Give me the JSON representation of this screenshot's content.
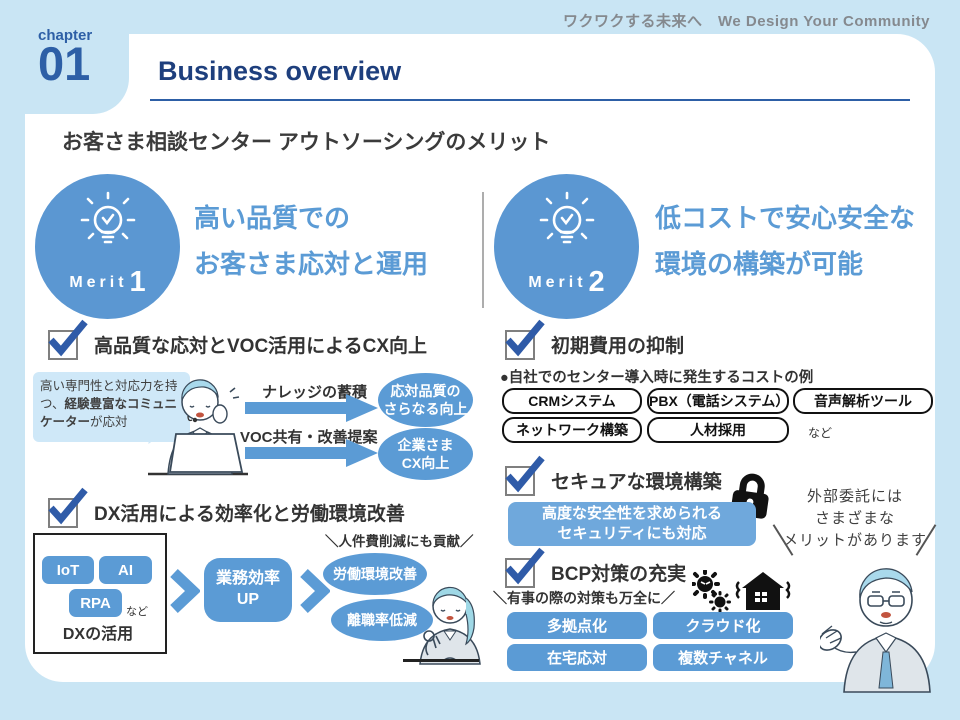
{
  "tagline": "ワクワクする未来へ　We Design Your Community",
  "chapter": {
    "label": "chapter",
    "number": "01"
  },
  "header": {
    "title": "Business overview"
  },
  "subtitle": "お客さま相談センター アウトソーシングのメリット",
  "colors": {
    "background": "#c9e5f4",
    "accent_blue": "#5b9bd5",
    "navy": "#1e3f7d",
    "check_blue": "#2f5ba8",
    "bubble_blue": "#cfe8f8",
    "secure_box_blue": "#6fa8dc",
    "text_dark": "#333333"
  },
  "merit1": {
    "badge_label": "Merit",
    "badge_number": "1",
    "title_line1": "高い品質での",
    "title_line2": "お客さま応対と運用",
    "point1": {
      "heading": "高品質な応対とVOC活用によるCX向上",
      "bubble_pre": "高い専門性と対応力を持つ、",
      "bubble_bold": "経験豊富なコミュニケーター",
      "bubble_post": "が応対",
      "flow1_label": "ナレッジの蓄積",
      "flow1_result_line1": "応対品質の",
      "flow1_result_line2": "さらなる向上",
      "flow2_label": "VOC共有・改善提案",
      "flow2_result_line1": "企業さま",
      "flow2_result_line2": "CX向上"
    },
    "point2": {
      "heading": "DX活用による効率化と労働環境改善",
      "note": "＼人件費削減にも貢献／",
      "dx_item1": "IoT",
      "dx_item2": "AI",
      "dx_item3": "RPA",
      "dx_etc": "など",
      "dx_caption": "DXの活用",
      "process_line1": "業務効率",
      "process_line2": "UP",
      "result1": "労働環境改善",
      "result2": "離職率低減"
    }
  },
  "merit2": {
    "badge_label": "Merit",
    "badge_number": "2",
    "title_line1": "低コストで安心安全な",
    "title_line2": "環境の構築が可能",
    "point1": {
      "heading": "初期費用の抑制",
      "subheading": "●自社でのセンター導入時に発生するコストの例",
      "cost_row1": [
        "CRMシステム",
        "PBX（電話システム）",
        "音声解析ツール"
      ],
      "cost_row2": [
        "ネットワーク構築",
        "人材採用"
      ],
      "etc": "など"
    },
    "point2": {
      "heading": "セキュアな環境構築",
      "box_line1": "高度な安全性を求められる",
      "box_line2": "セキュリティにも対応"
    },
    "point3": {
      "heading": "BCP対策の充実",
      "note": "＼有事の際の対策も万全に／",
      "measure1": "多拠点化",
      "measure2": "クラウド化",
      "measure3": "在宅応対",
      "measure4": "複数チャネル"
    },
    "callout": {
      "line1": "外部委託には",
      "line2": "さまざまな",
      "line3": "メリットがあります"
    }
  }
}
